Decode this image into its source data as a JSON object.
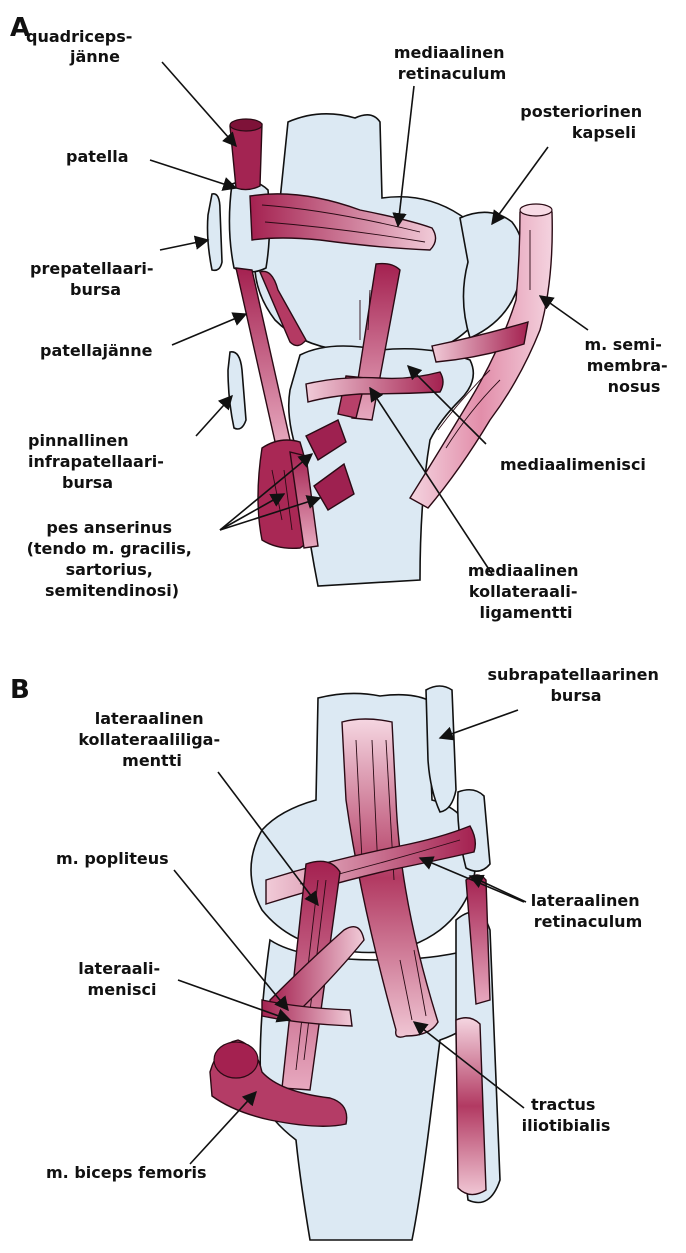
{
  "panels": [
    {
      "id": "A",
      "labels": {
        "quadriceps": [
          "quadriceps-",
          "jänne"
        ],
        "mediaalinen_retinaculum": [
          "mediaalinen",
          "retinaculum"
        ],
        "posteriorinen_kapseli": [
          "posteriorinen",
          "kapseli"
        ],
        "patella": [
          "patella"
        ],
        "prepatellaari": [
          "prepatellaari-",
          "bursa"
        ],
        "patellajanne": [
          "patellajänne"
        ],
        "semimembranosus": [
          "m. semi-",
          "membra-",
          "nosus"
        ],
        "pinnallinen": [
          "pinnallinen",
          "infrapatellaari-",
          "bursa"
        ],
        "mediaalimenisci": [
          "mediaalimenisci"
        ],
        "pes_anserinus": [
          "pes anserinus",
          "(tendo m. gracilis,",
          "sartorius,",
          "semitendinosi)"
        ],
        "mediaalinen_kollateraali": [
          "mediaalinen",
          "kollateraali-",
          "ligamentti"
        ]
      }
    },
    {
      "id": "B",
      "labels": {
        "subrapatellaarinen": [
          "subrapatellaarinen",
          "bursa"
        ],
        "lateraalinen_kollateraali": [
          "lateraalinen",
          "kollateraaliliga-",
          "mentti"
        ],
        "popliteus": [
          "m. popliteus"
        ],
        "lateraalinen_retinaculum": [
          "lateraalinen",
          "retinaculum"
        ],
        "lateraalimenisci": [
          "lateraali-",
          "menisci"
        ],
        "tractus": [
          "tractus",
          "iliotibialis"
        ],
        "biceps": [
          "m. biceps femoris"
        ]
      }
    }
  ],
  "colors": {
    "bone": "#dce9f3",
    "muscle_dark": "#9c1f48",
    "muscle_light": "#f3cfdc",
    "outline": "#111111"
  }
}
